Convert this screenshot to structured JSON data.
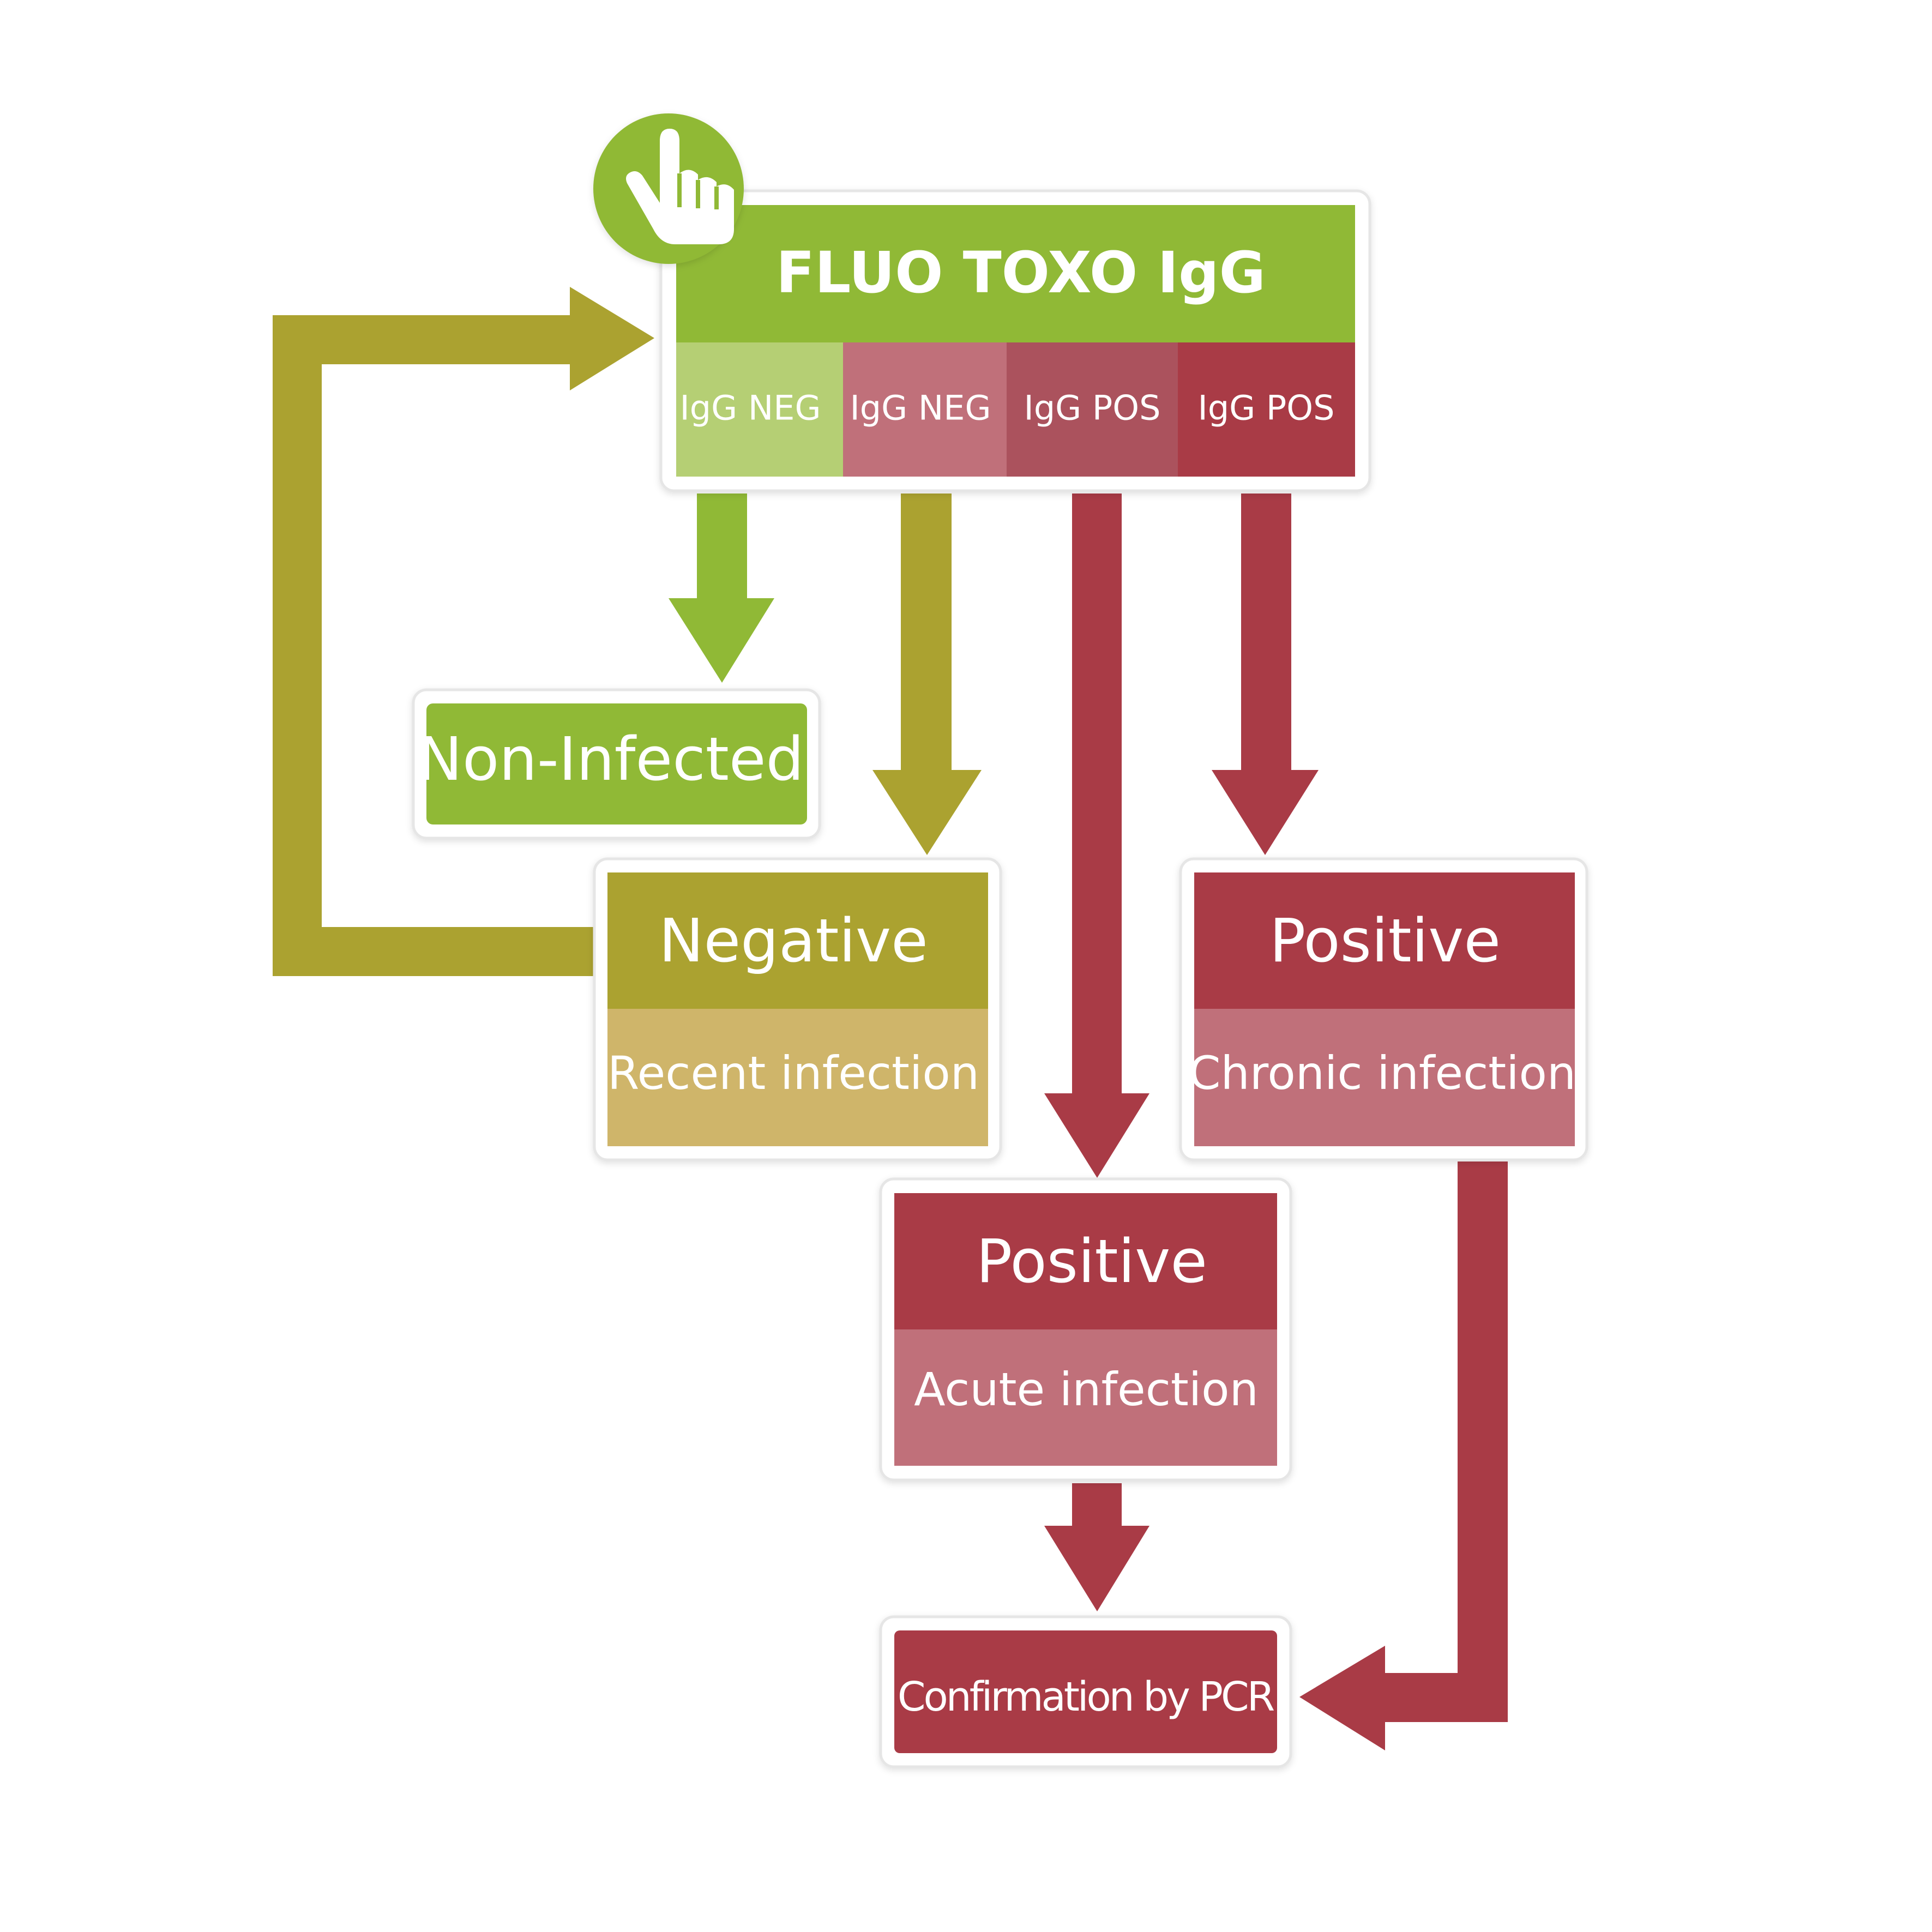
{
  "colors": {
    "green": "#90b936",
    "light_green": "#b5cf74",
    "olive": "#aba230",
    "sand": "#cfb56a",
    "red": "#a93b46",
    "dark_rose": "#ab525d",
    "rose": "#c0707a",
    "frame": "#ffffff",
    "frame_border": "#e6e6e6"
  },
  "start": {
    "icon": "pointing-hand-icon"
  },
  "test": {
    "title": "FLUO TOXO IgG",
    "results": [
      {
        "label": "IgG NEG"
      },
      {
        "label": "IgG NEG"
      },
      {
        "label": "IgG POS"
      },
      {
        "label": "IgG POS"
      }
    ]
  },
  "outcomes": {
    "non_infected": {
      "title": "Non-Infected"
    },
    "negative": {
      "title": "Negative",
      "subtitle": "Recent infection"
    },
    "chronic": {
      "title": "Positive",
      "subtitle": "Chronic infection"
    },
    "acute": {
      "title": "Positive",
      "subtitle": "Acute infection"
    },
    "pcr": {
      "title": "Confirmation by PCR"
    }
  }
}
